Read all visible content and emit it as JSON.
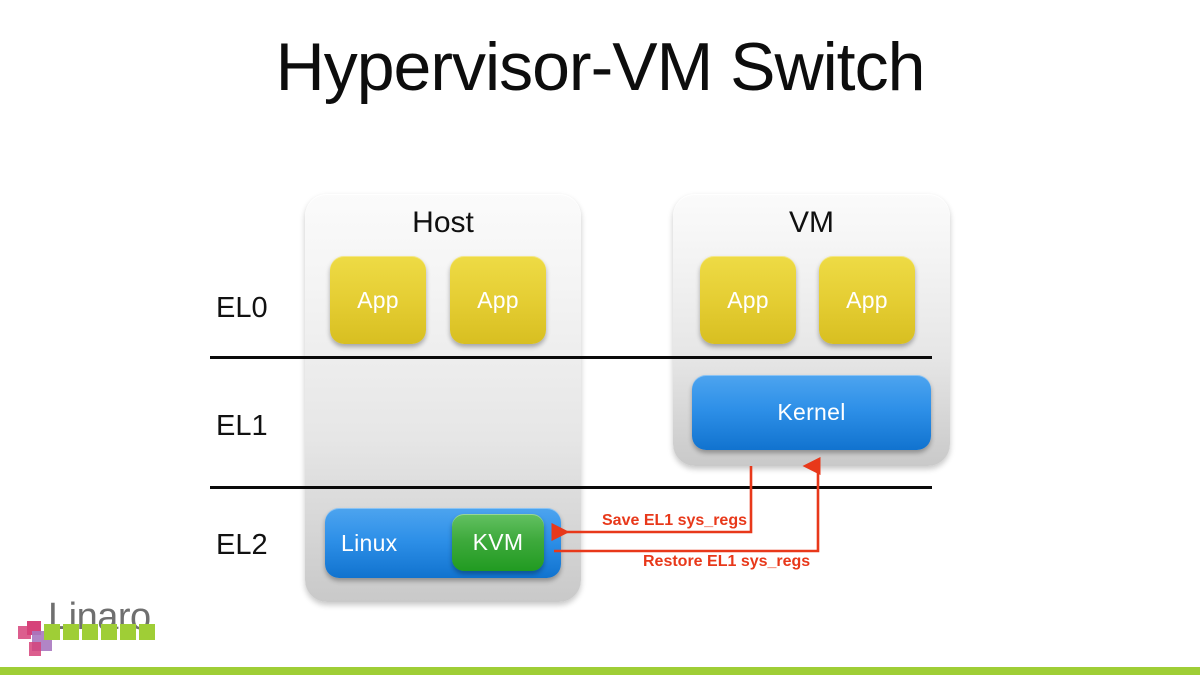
{
  "slide": {
    "title": "Hypervisor-VM Switch",
    "background_color": "#ffffff",
    "bottom_bar_color": "#9fce36"
  },
  "exception_levels": [
    {
      "label": "EL0"
    },
    {
      "label": "EL1"
    },
    {
      "label": "EL2"
    }
  ],
  "host": {
    "title": "Host",
    "apps": [
      {
        "label": "App"
      },
      {
        "label": "App"
      }
    ],
    "el2": {
      "os_label": "Linux",
      "module_label": "KVM"
    }
  },
  "vm": {
    "title": "VM",
    "apps": [
      {
        "label": "App"
      },
      {
        "label": "App"
      }
    ],
    "kernel": {
      "label": "Kernel"
    }
  },
  "annotations": [
    {
      "label": "Save EL1 sys_regs",
      "color": "#e8381a",
      "direction": "vm-to-kvm"
    },
    {
      "label": "Restore EL1 sys_regs",
      "color": "#e8381a",
      "direction": "kvm-to-vm"
    }
  ],
  "colors": {
    "app_fill": "#e6cf35",
    "kernel_fill": "#2e90e8",
    "linux_fill": "#2e90e8",
    "kvm_fill": "#3faa3d",
    "container_fill": "#e6e6e6",
    "annotation": "#e8381a",
    "divider": "#0a0a0a"
  },
  "logo": {
    "wordmark": "Linaro",
    "wordmark_color": "#6f6f6f",
    "accent_colors": [
      "#d6427a",
      "#a878c0",
      "#9fce36"
    ]
  }
}
